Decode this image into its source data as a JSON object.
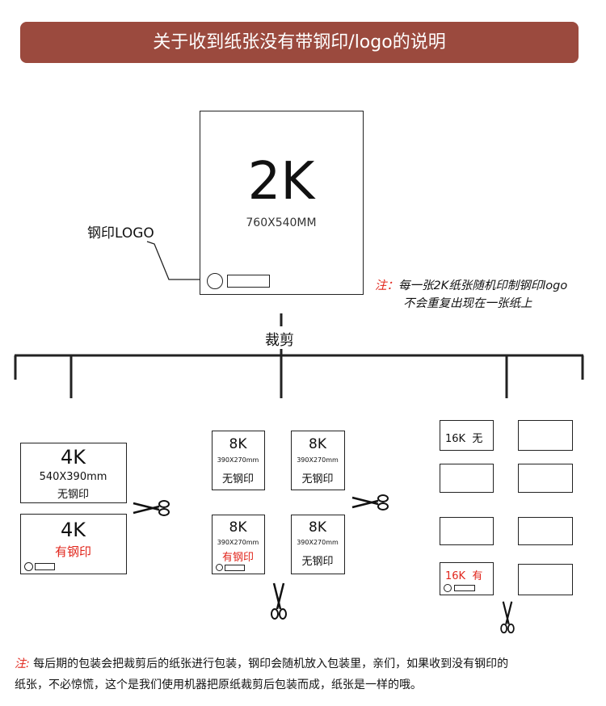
{
  "banner": {
    "title": "关于收到纸张没有带钢印/logo的说明"
  },
  "main_sheet": {
    "size": "2K",
    "dims": "760X540MM"
  },
  "logo_callout": "钢印LOGO",
  "side_note": {
    "prefix": "注：",
    "line1": "每一张2K纸张随机印制钢印logo",
    "line2": "不会重复出现在一张纸上"
  },
  "cut_label": "裁剪",
  "sheets_4k": [
    {
      "size": "4K",
      "dims": "540X390mm",
      "status": "无钢印"
    },
    {
      "size": "4K",
      "status": "有钢印"
    }
  ],
  "sheets_8k": [
    {
      "size": "8K",
      "dims": "390X270mm",
      "status": "无钢印"
    },
    {
      "size": "8K",
      "dims": "390X270mm",
      "status": "无钢印"
    },
    {
      "size": "8K",
      "dims": "390X270mm",
      "status": "有钢印"
    },
    {
      "size": "8K",
      "dims": "390X270mm",
      "status": "无钢印"
    }
  ],
  "sheets_16k": [
    {
      "text": "16K  无"
    },
    {
      "text": "16K  有"
    }
  ],
  "footer_note": {
    "prefix": "注:",
    "line1": " 每后期的包装会把裁剪后的纸张进行包装，钢印会随机放入包装里，亲们，如果收到没有钢印的",
    "line2": "纸张，不必惊慌，这个是我们使用机器把原纸裁剪后包装而成，纸张是一样的哦。"
  },
  "colors": {
    "banner_bg": "#9b4a3e",
    "highlight_red": "#e1251b",
    "line": "#222222"
  }
}
